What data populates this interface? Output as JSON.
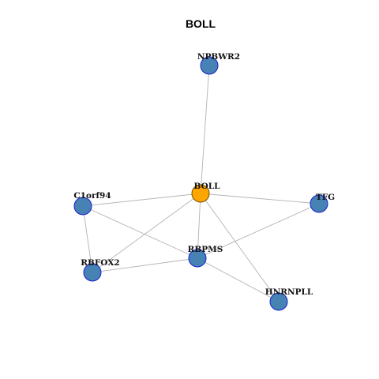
{
  "title": "BOLL",
  "colors": {
    "center_fill": "#FFA500",
    "node_fill": "#4682B4",
    "node_stroke": "#1a1fcc",
    "center_stroke": "#7a5200",
    "edge": "#b3b3b3"
  },
  "nodes": [
    {
      "id": "NPBWR2",
      "label": "NPBWR2",
      "center": false
    },
    {
      "id": "BOLL",
      "label": "BOLL",
      "center": true
    },
    {
      "id": "C1orf94",
      "label": "C1orf94",
      "center": false
    },
    {
      "id": "TFG",
      "label": "TFG",
      "center": false
    },
    {
      "id": "RBPMS",
      "label": "RBPMS",
      "center": false
    },
    {
      "id": "RBFOX2",
      "label": "RBFOX2",
      "center": false
    },
    {
      "id": "HNRNPLL",
      "label": "HNRNPLL",
      "center": false
    }
  ],
  "edges": [
    [
      "BOLL",
      "NPBWR2"
    ],
    [
      "BOLL",
      "C1orf94"
    ],
    [
      "BOLL",
      "TFG"
    ],
    [
      "BOLL",
      "RBPMS"
    ],
    [
      "BOLL",
      "RBFOX2"
    ],
    [
      "BOLL",
      "HNRNPLL"
    ],
    [
      "C1orf94",
      "RBFOX2"
    ],
    [
      "C1orf94",
      "RBPMS"
    ],
    [
      "RBFOX2",
      "RBPMS"
    ],
    [
      "RBPMS",
      "TFG"
    ],
    [
      "RBPMS",
      "HNRNPLL"
    ]
  ]
}
